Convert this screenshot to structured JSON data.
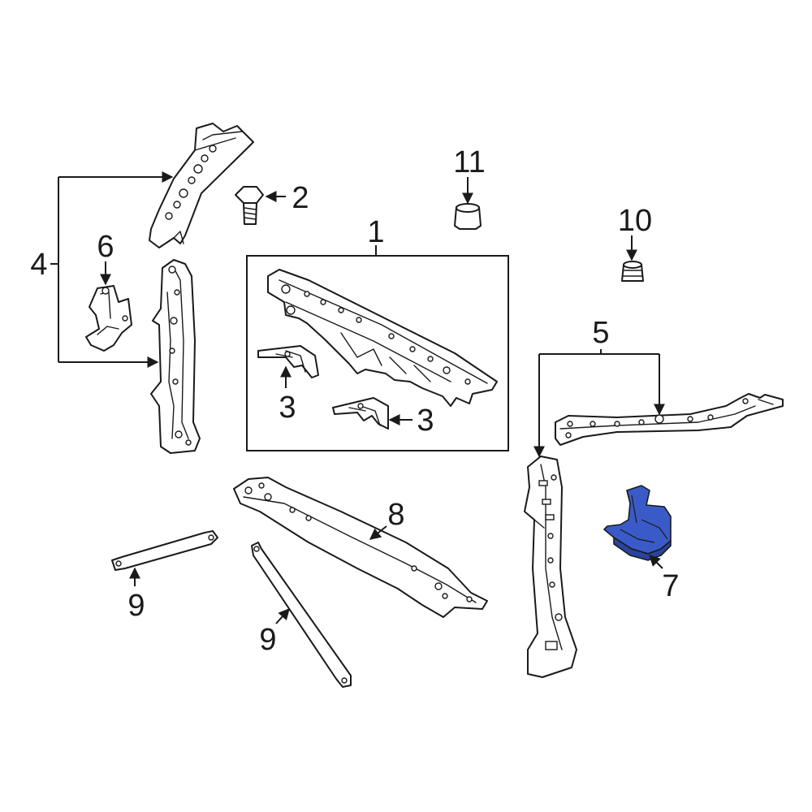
{
  "callouts": {
    "c1": "1",
    "c2": "2",
    "c3a": "3",
    "c3b": "3",
    "c4": "4",
    "c5": "5",
    "c6": "6",
    "c7": "7",
    "c8": "8",
    "c9a": "9",
    "c9b": "9",
    "c10": "10",
    "c11": "11"
  },
  "colors": {
    "highlight": "#3a5bc7",
    "highlight_dark": "#2a43a0",
    "line": "#1a1a1a"
  }
}
